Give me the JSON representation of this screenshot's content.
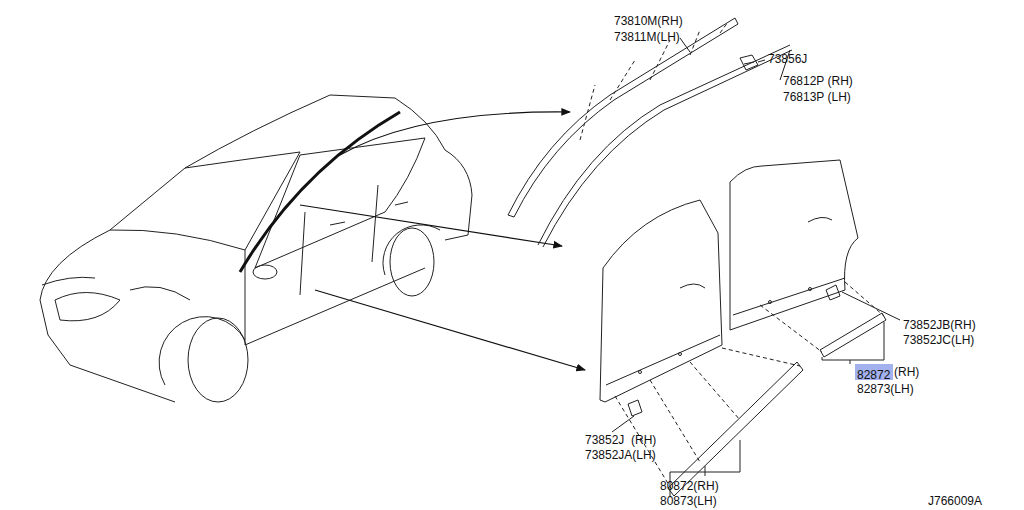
{
  "diagram": {
    "nodes": [
      {
        "text": [
          "82872"
        ]
      }
    ],
    "labels": [
      "73810M(RH)",
      "73811M(LH)",
      "73856J",
      "76812P (RH)",
      "76813P (LH)",
      "73852JB(RH)",
      "73852JC(LH)",
      "(RH)",
      "82873(LH)",
      "73852J  (RH)",
      "73852JA(LH)",
      "80872(RH)",
      "80873(LH)",
      "J766009A"
    ]
  }
}
